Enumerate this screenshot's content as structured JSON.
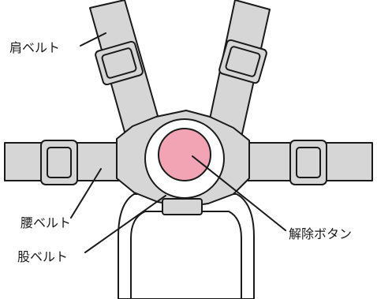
{
  "labels": {
    "shoulder_belt": "肩ベルト",
    "waist_belt": "腰ベルト",
    "crotch_belt": "股ベルト",
    "release_button": "解除ボタン"
  },
  "colors": {
    "belt": "#d6d6d6",
    "outline": "#1a1a1a",
    "button": "#f2a4b4",
    "background": "#ffffff"
  }
}
